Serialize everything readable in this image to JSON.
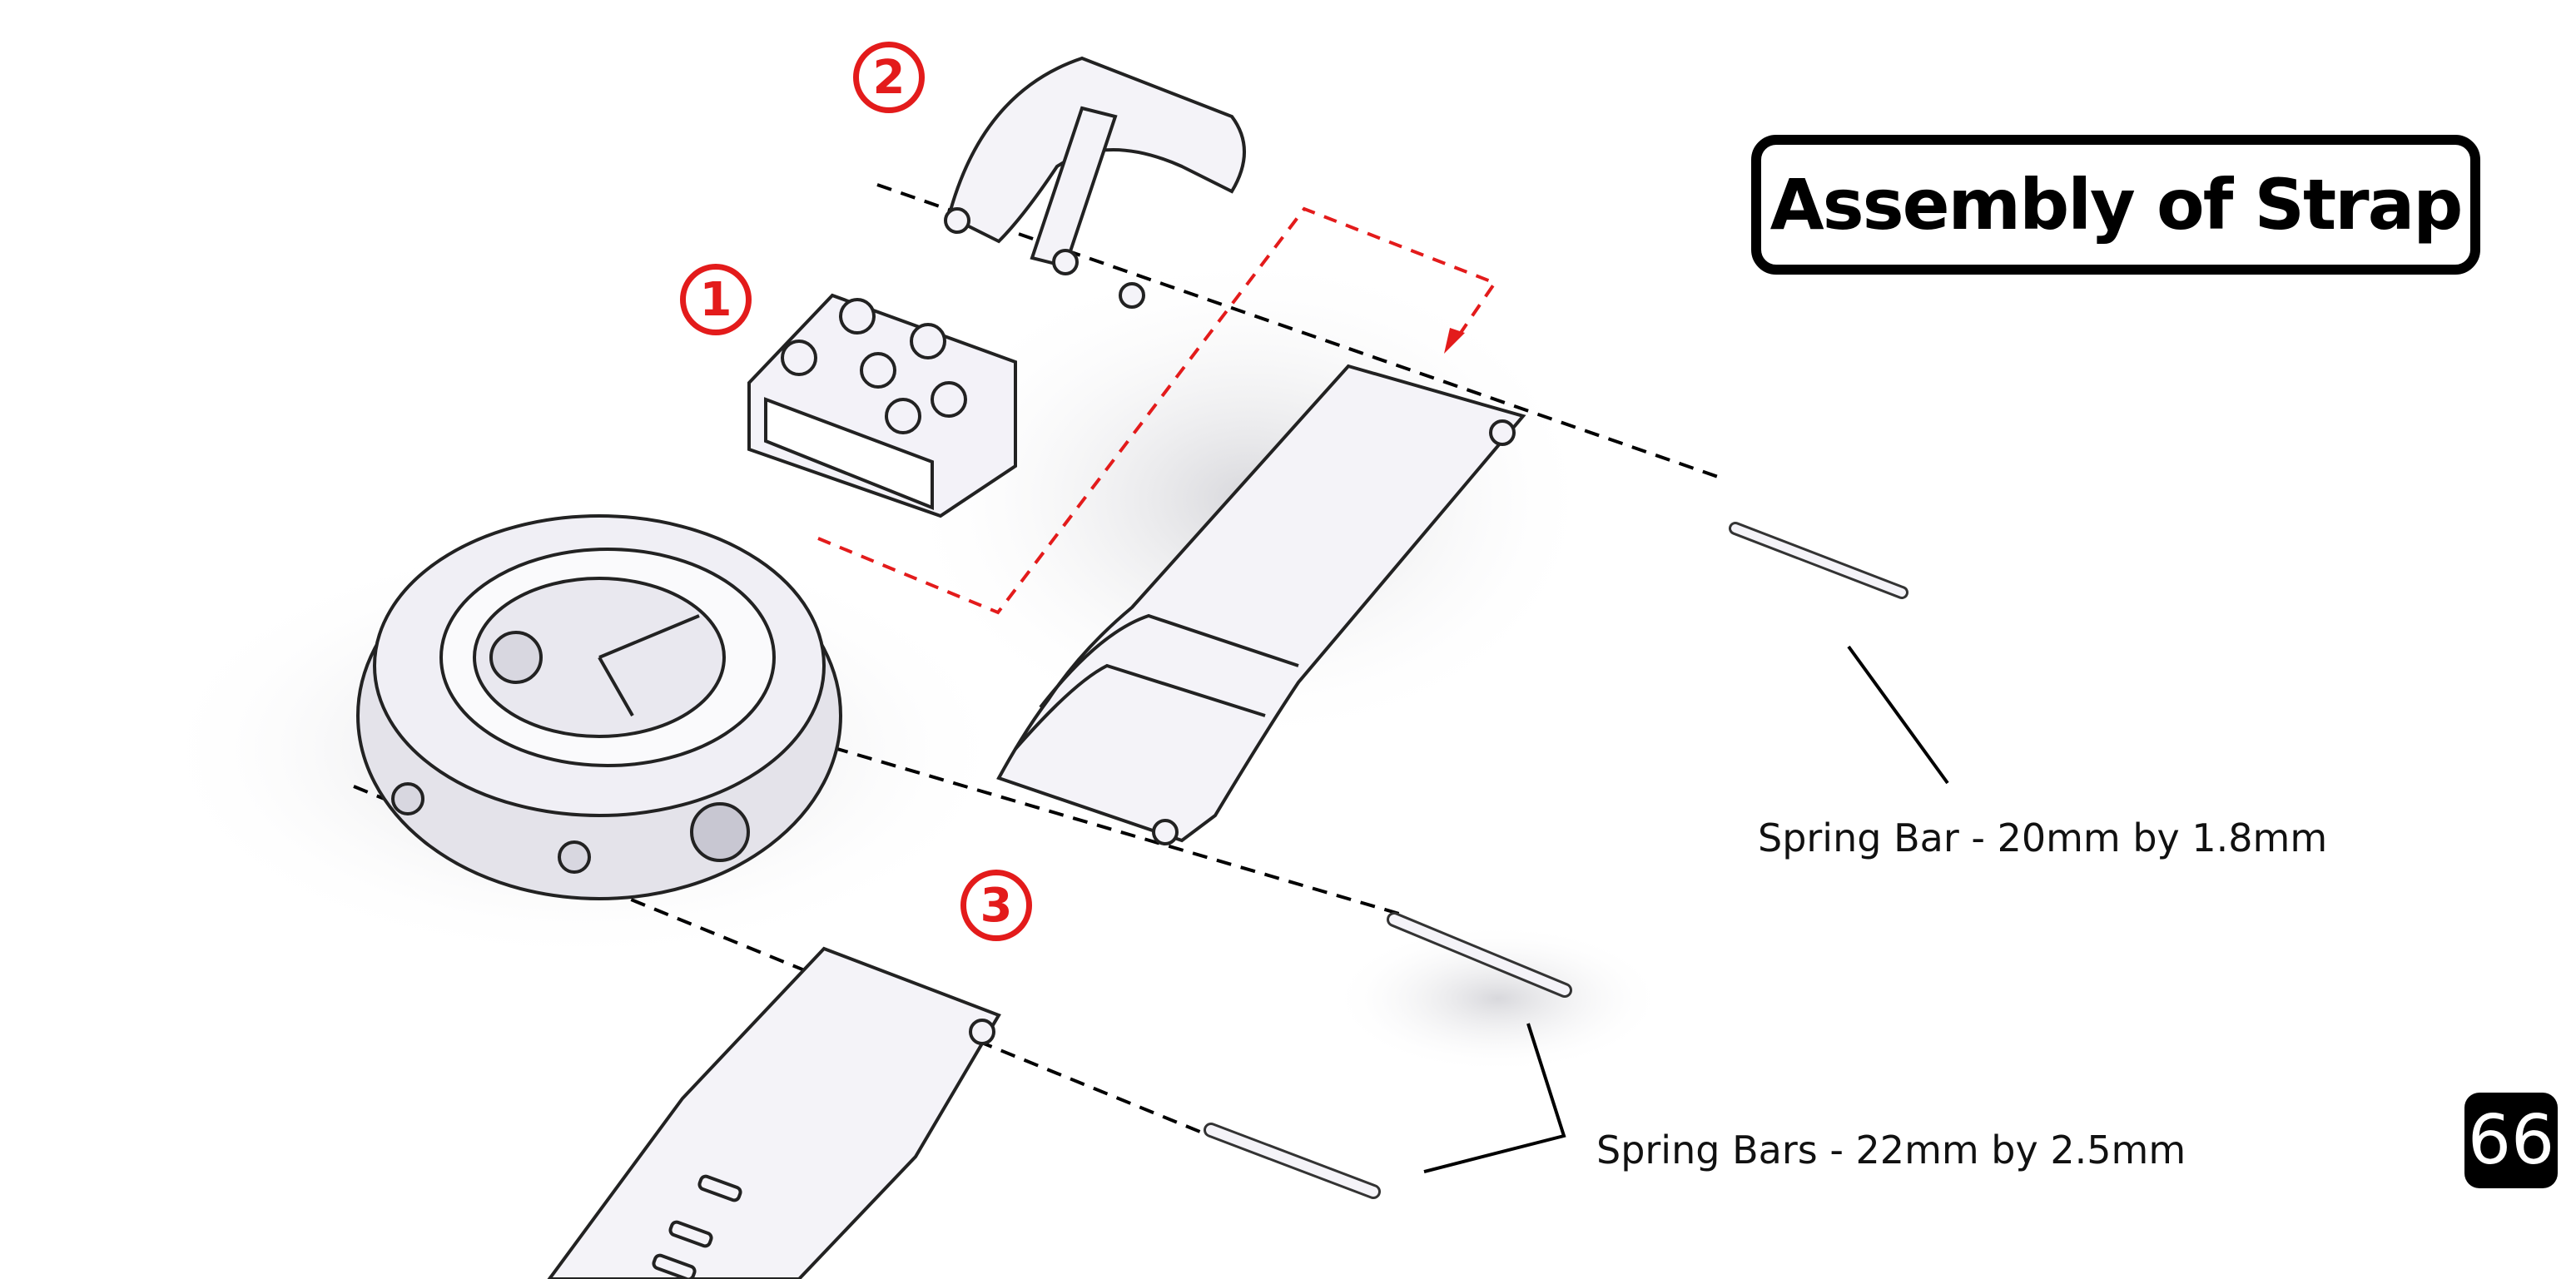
{
  "title": "Assembly of Strap",
  "steps": [
    {
      "number": "1"
    },
    {
      "number": "2"
    },
    {
      "number": "3"
    }
  ],
  "labels": {
    "spring_bar_small": "Spring Bar - 20mm by 1.8mm",
    "spring_bars_large": "Spring Bars - 22mm by 2.5mm"
  },
  "page_number": "66",
  "colors": {
    "accent": "#e31b1b",
    "outline": "#000000"
  }
}
